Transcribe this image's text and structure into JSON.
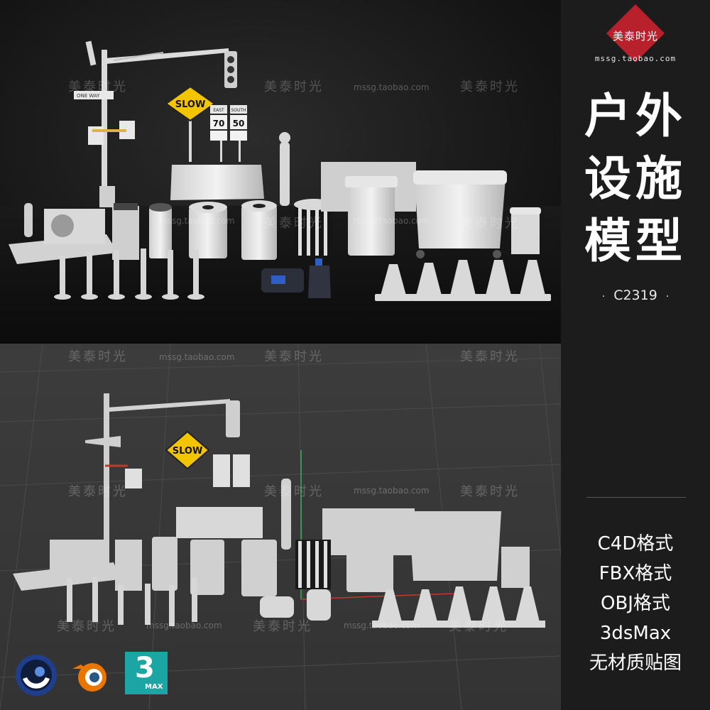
{
  "brand": {
    "logo_text": "美泰时光",
    "url": "mssg.taobao.com",
    "accent_color": "#b8202c"
  },
  "title": {
    "line1": "户外",
    "line2": "设施",
    "line3": "模型"
  },
  "product_code": "C2319",
  "code_separator": "·",
  "formats": [
    "C4D格式",
    "FBX格式",
    "OBJ格式",
    "3dsMax",
    "无材质贴图"
  ],
  "signs": {
    "slow": "SLOW",
    "one_way": "ONE WAY",
    "route_east_label": "EAST",
    "route_east_num": "70",
    "route_south_label": "SOUTH",
    "route_south_num": "50"
  },
  "watermark": {
    "text": "美泰时光",
    "url": "mssg.taobao.com"
  },
  "software_logos": [
    {
      "name": "cinema4d",
      "icon": "cinema4d-logo-icon"
    },
    {
      "name": "blender",
      "icon": "blender-logo-icon"
    },
    {
      "name": "3dsmax",
      "icon": "3dsmax-logo-icon",
      "label": "MAX",
      "digit": "3"
    }
  ]
}
